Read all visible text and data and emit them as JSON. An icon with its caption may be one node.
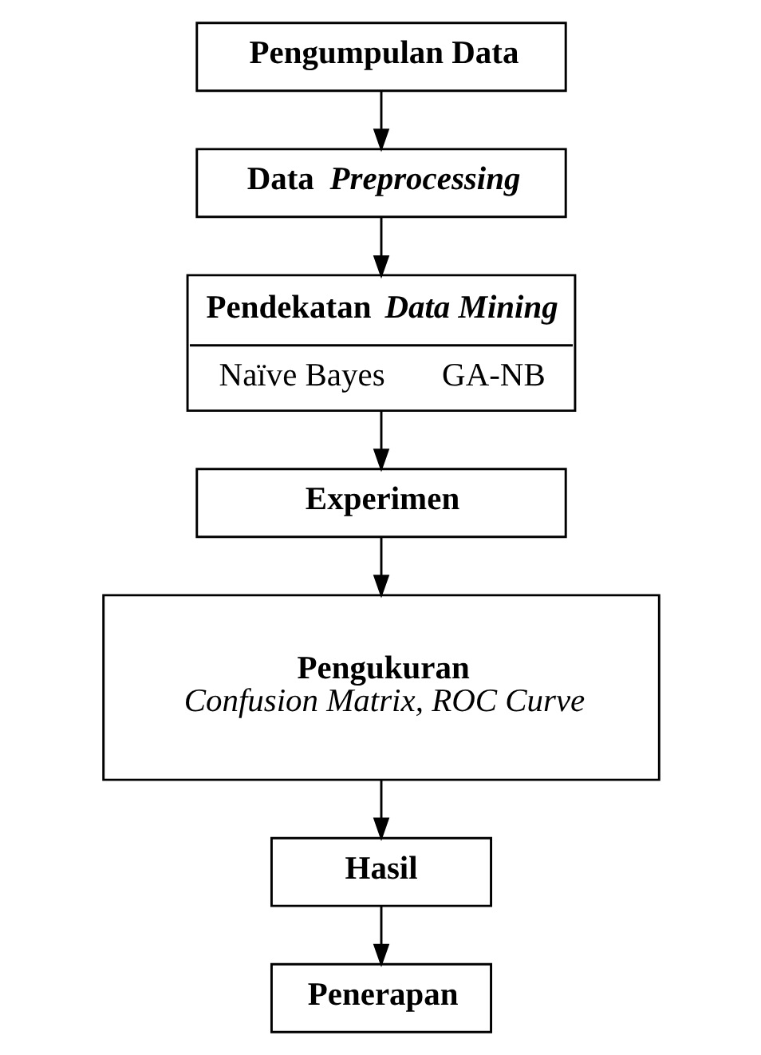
{
  "diagram": {
    "nodes": [
      {
        "text": [
          "Pengumpulan Data"
        ]
      },
      {
        "text": [
          "Data *Preprocessing*"
        ]
      },
      {
        "text": [
          "Pendekatan *Data Mining*",
          "Naïve Bayes",
          "GA-NB"
        ]
      },
      {
        "text": [
          "Experimen"
        ]
      },
      {
        "text": [
          "Pengukuran",
          "Confusion Matrix, ROC Curve"
        ]
      },
      {
        "text": [
          "Hasil"
        ]
      },
      {
        "text": [
          "Penerapan"
        ]
      }
    ],
    "edges": [
      {
        "from": 0,
        "to": 1,
        "arrow": "to"
      },
      {
        "from": 1,
        "to": 2,
        "arrow": "to"
      },
      {
        "from": 2,
        "to": 3,
        "arrow": "to"
      },
      {
        "from": 3,
        "to": 4,
        "arrow": "to"
      },
      {
        "from": 4,
        "to": 5,
        "arrow": "to"
      },
      {
        "from": 5,
        "to": 6,
        "arrow": "to"
      }
    ]
  }
}
